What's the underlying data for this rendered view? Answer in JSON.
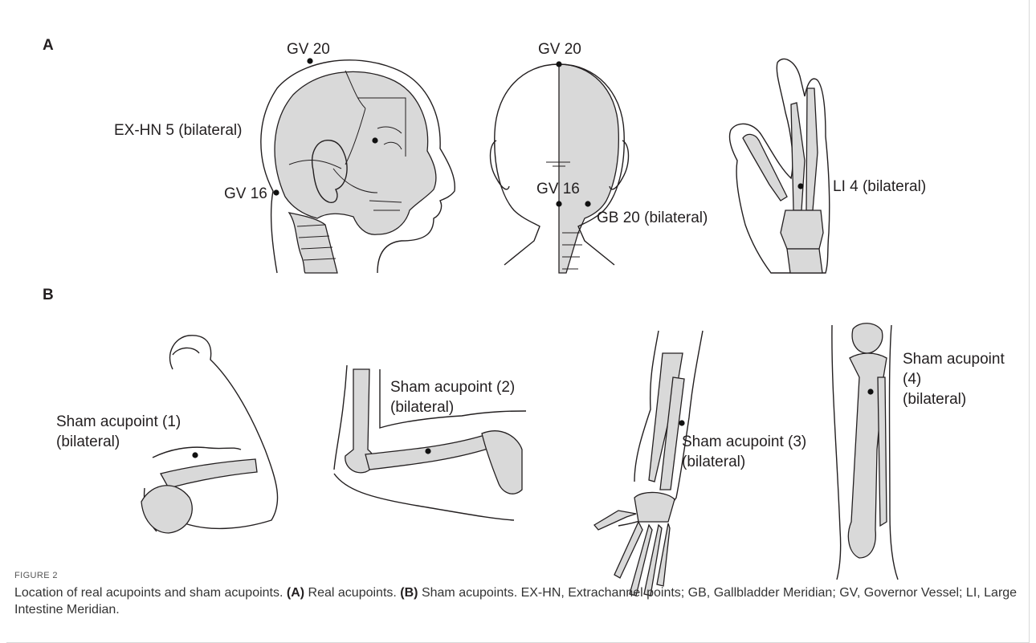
{
  "panels": {
    "a": "A",
    "b": "B"
  },
  "labels": {
    "gv20_side": "GV 20",
    "exhn5": "EX-HN 5 (bilateral)",
    "gv16_side": "GV 16",
    "gv20_back": "GV 20",
    "gv16_back": "GV 16",
    "gb20": "GB 20 (bilateral)",
    "li4": "LI 4 (bilateral)",
    "sham1_a": "Sham acupoint (1)",
    "sham1_b": "(bilateral)",
    "sham2_a": "Sham acupoint (2)",
    "sham2_b": "(bilateral)",
    "sham3_a": "Sham acupoint (3)",
    "sham3_b": "(bilateral)",
    "sham4_a": "Sham acupoint",
    "sham4_b": "(4)",
    "sham4_c": "(bilateral)"
  },
  "figure_label": "FIGURE 2",
  "caption": {
    "lead": "Location of real acupoints and sham acupoints. ",
    "a_tag": "(A)",
    "a_text": " Real acupoints. ",
    "b_tag": "(B)",
    "b_text": " Sham acupoints. EX-HN, Extrachannel points; GB, Gallbladder Meridian; GV, Governor Vessel; LI, Large Intestine Meridian."
  }
}
